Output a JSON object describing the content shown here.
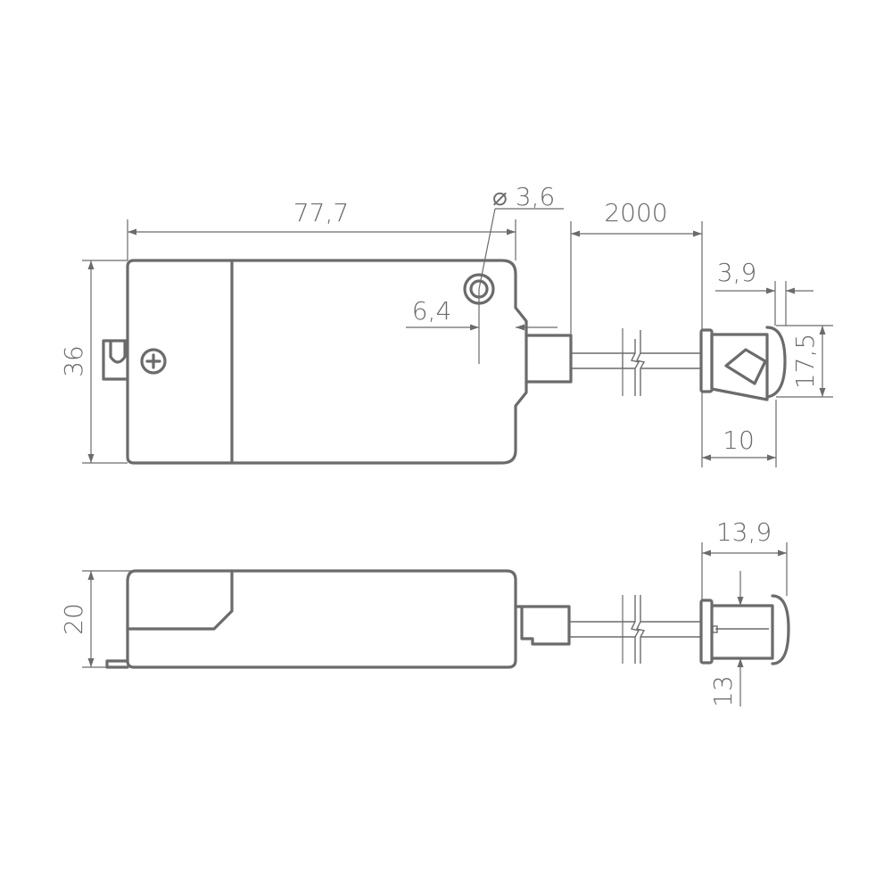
{
  "colors": {
    "line": "#6b6b6b",
    "background": "#ffffff"
  },
  "dimensions": {
    "length": "77,7",
    "hole_diameter": "⌀ 3,6",
    "cable_length": "2000",
    "hole_offset": "6,4",
    "height_top": "36",
    "flange_thickness": "3,9",
    "button_diameter": "17,5",
    "button_length": "10",
    "button_depth": "13,9",
    "height_side": "20",
    "button_body": "13"
  }
}
